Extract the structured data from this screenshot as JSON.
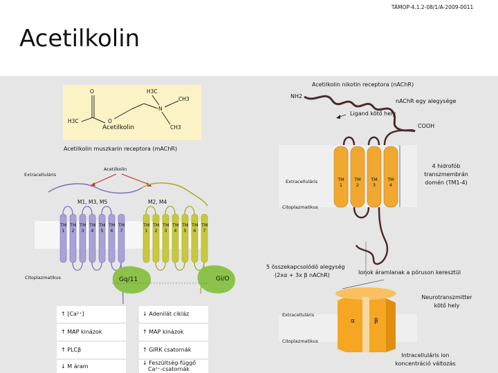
{
  "header": {
    "code": "TÁMOP-4.1.2-08/1/A-2009-0011",
    "title": "Acetilkolin"
  },
  "molecule": {
    "labels": {
      "o_top": "O",
      "h3c_top": "H3C",
      "ch3_right": "CH3",
      "n": "N",
      "h3c_left": "H3C",
      "o_mid": "O",
      "ch3_bottom": "CH3"
    },
    "name": "Acetilkolin"
  },
  "muscarinic": {
    "title": "Acetilkolin muszkarin receptora (mAChR)",
    "extracellular": "Extracelluláris",
    "ligand": "Acetilkolin",
    "group_left": "M1, M3, M5",
    "group_right": "M2, M4",
    "tm_labels": [
      "TM 1",
      "TM 2",
      "TM 3",
      "TM 4",
      "TM 5",
      "TM 6",
      "TM 7"
    ],
    "cytoplasmic": "Citoplazmatikus",
    "g_left": "Gq/11",
    "g_right": "Gi/O",
    "effects_left": [
      "↑ [Ca²⁺]",
      "↑ MAP kinázok",
      "↑ PLCβ",
      "↓ M áram"
    ],
    "effects_right": [
      "↓ Adenilát cikláz",
      "↑ MAP kinázok",
      "↑ GIRK csatornák",
      "↓ Feszültség-függő",
      "Ca²⁺-csatornák"
    ]
  },
  "nicotinic": {
    "title": "Acetilkolin nikotin receptora (nAChR)",
    "nh2": "NH2",
    "subunit": "nAChR egy alegysége",
    "ligand_site": "Ligand kötő hely",
    "cooh": "COOH",
    "extracellular": "Extracelluláris",
    "tm_labels": [
      "TM 1",
      "TM 2",
      "TM 3",
      "TM 4"
    ],
    "domain_note": [
      "4 hidrofób",
      "transzmembrán",
      "domén (TM1-4)"
    ],
    "cytoplasmic": "Citoplazmatikus",
    "assembly": [
      "5 összekapcsolódó alegység",
      "(2xα + 3x β nAChR)"
    ],
    "ion_flow": "Ionok áramlanak a póruson keresztül",
    "nt_site": [
      "Neurotranszmitter",
      "kötő hely"
    ],
    "extracellular2": "Extracelluláris",
    "cytoplasmic2": "Citoplazmatikus",
    "alpha": "α",
    "beta": "β",
    "result": [
      "Intracelluláris ion",
      "koncentráció változás"
    ]
  },
  "colors": {
    "panel": "#e6e6e6",
    "molecule_bg": "#fbf3c6",
    "m135_purple": "#a9a2d6",
    "m24_olive": "#c8c83e",
    "gq_green": "#8bc34a",
    "nachr_orange": "#f0a830",
    "channel_orange": "#f5a623",
    "coil": "#4a2c2a"
  }
}
